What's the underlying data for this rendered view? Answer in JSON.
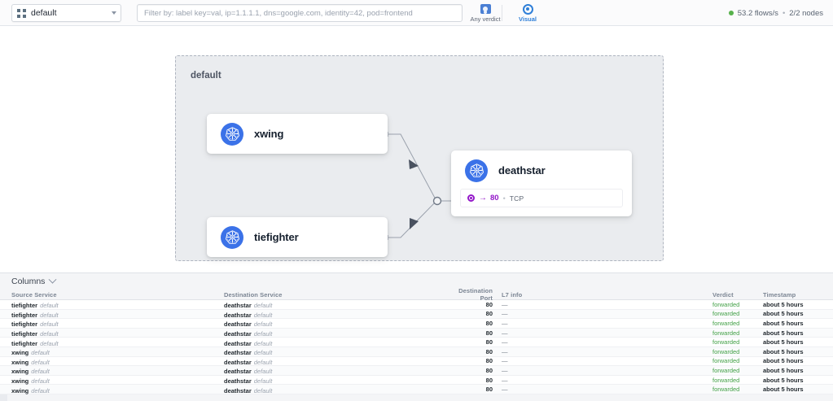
{
  "topbar": {
    "namespace_selector": {
      "value": "default",
      "icon": "namespace-icon",
      "caret": "chevron-down-icon"
    },
    "filter": {
      "value": "",
      "placeholder": "Filter by: label key=val, ip=1.1.1.1, dns=google.com, identity=42, pod=frontend"
    },
    "buttons": [
      {
        "id": "any-verdict",
        "label": "Any verdict",
        "icon": "verdict-badge-icon",
        "active": false
      },
      {
        "id": "visual",
        "label": "Visual",
        "icon": "eye-icon",
        "active": true
      }
    ],
    "status": {
      "flows": "53.2 flows/s",
      "separator": "•",
      "nodes": "2/2 nodes",
      "indicator_color": "#57b14b"
    }
  },
  "graph": {
    "namespace_title": "default",
    "nodes": [
      {
        "id": "xwing",
        "title": "xwing",
        "icon": "kubernetes-icon"
      },
      {
        "id": "tiefighter",
        "title": "tiefighter",
        "icon": "kubernetes-icon"
      },
      {
        "id": "deathstar",
        "title": "deathstar",
        "icon": "kubernetes-icon",
        "ports": [
          {
            "icon": "target-icon",
            "arrow": "→",
            "port": "80",
            "dot": "•",
            "protocol": "TCP",
            "color": "#9317c9"
          }
        ]
      }
    ],
    "edges": [
      {
        "from": "xwing",
        "to": "deathstar"
      },
      {
        "from": "tiefighter",
        "to": "deathstar"
      }
    ]
  },
  "table": {
    "columns_button": {
      "label": "Columns",
      "icon": "chevron-down-icon"
    },
    "headers": [
      "Source Service",
      "Destination Service",
      "Destination Port",
      "L7 info",
      "Verdict",
      "Timestamp"
    ],
    "rows": [
      {
        "source": "tiefighter",
        "source_ns": "default",
        "dest": "deathstar",
        "dest_ns": "default",
        "port": "80",
        "l7": "—",
        "verdict": "forwarded",
        "timestamp": "about 5 hours"
      },
      {
        "source": "tiefighter",
        "source_ns": "default",
        "dest": "deathstar",
        "dest_ns": "default",
        "port": "80",
        "l7": "—",
        "verdict": "forwarded",
        "timestamp": "about 5 hours"
      },
      {
        "source": "tiefighter",
        "source_ns": "default",
        "dest": "deathstar",
        "dest_ns": "default",
        "port": "80",
        "l7": "—",
        "verdict": "forwarded",
        "timestamp": "about 5 hours"
      },
      {
        "source": "tiefighter",
        "source_ns": "default",
        "dest": "deathstar",
        "dest_ns": "default",
        "port": "80",
        "l7": "—",
        "verdict": "forwarded",
        "timestamp": "about 5 hours"
      },
      {
        "source": "tiefighter",
        "source_ns": "default",
        "dest": "deathstar",
        "dest_ns": "default",
        "port": "80",
        "l7": "—",
        "verdict": "forwarded",
        "timestamp": "about 5 hours"
      },
      {
        "source": "xwing",
        "source_ns": "default",
        "dest": "deathstar",
        "dest_ns": "default",
        "port": "80",
        "l7": "—",
        "verdict": "forwarded",
        "timestamp": "about 5 hours"
      },
      {
        "source": "xwing",
        "source_ns": "default",
        "dest": "deathstar",
        "dest_ns": "default",
        "port": "80",
        "l7": "—",
        "verdict": "forwarded",
        "timestamp": "about 5 hours"
      },
      {
        "source": "xwing",
        "source_ns": "default",
        "dest": "deathstar",
        "dest_ns": "default",
        "port": "80",
        "l7": "—",
        "verdict": "forwarded",
        "timestamp": "about 5 hours"
      },
      {
        "source": "xwing",
        "source_ns": "default",
        "dest": "deathstar",
        "dest_ns": "default",
        "port": "80",
        "l7": "—",
        "verdict": "forwarded",
        "timestamp": "about 5 hours"
      },
      {
        "source": "xwing",
        "source_ns": "default",
        "dest": "deathstar",
        "dest_ns": "default",
        "port": "80",
        "l7": "—",
        "verdict": "forwarded",
        "timestamp": "about 5 hours"
      }
    ]
  },
  "colors": {
    "accent_blue": "#2f7fd8",
    "k8s_blue": "#3b72e8",
    "verdict_green": "#43a047",
    "port_purple": "#9317c9"
  }
}
